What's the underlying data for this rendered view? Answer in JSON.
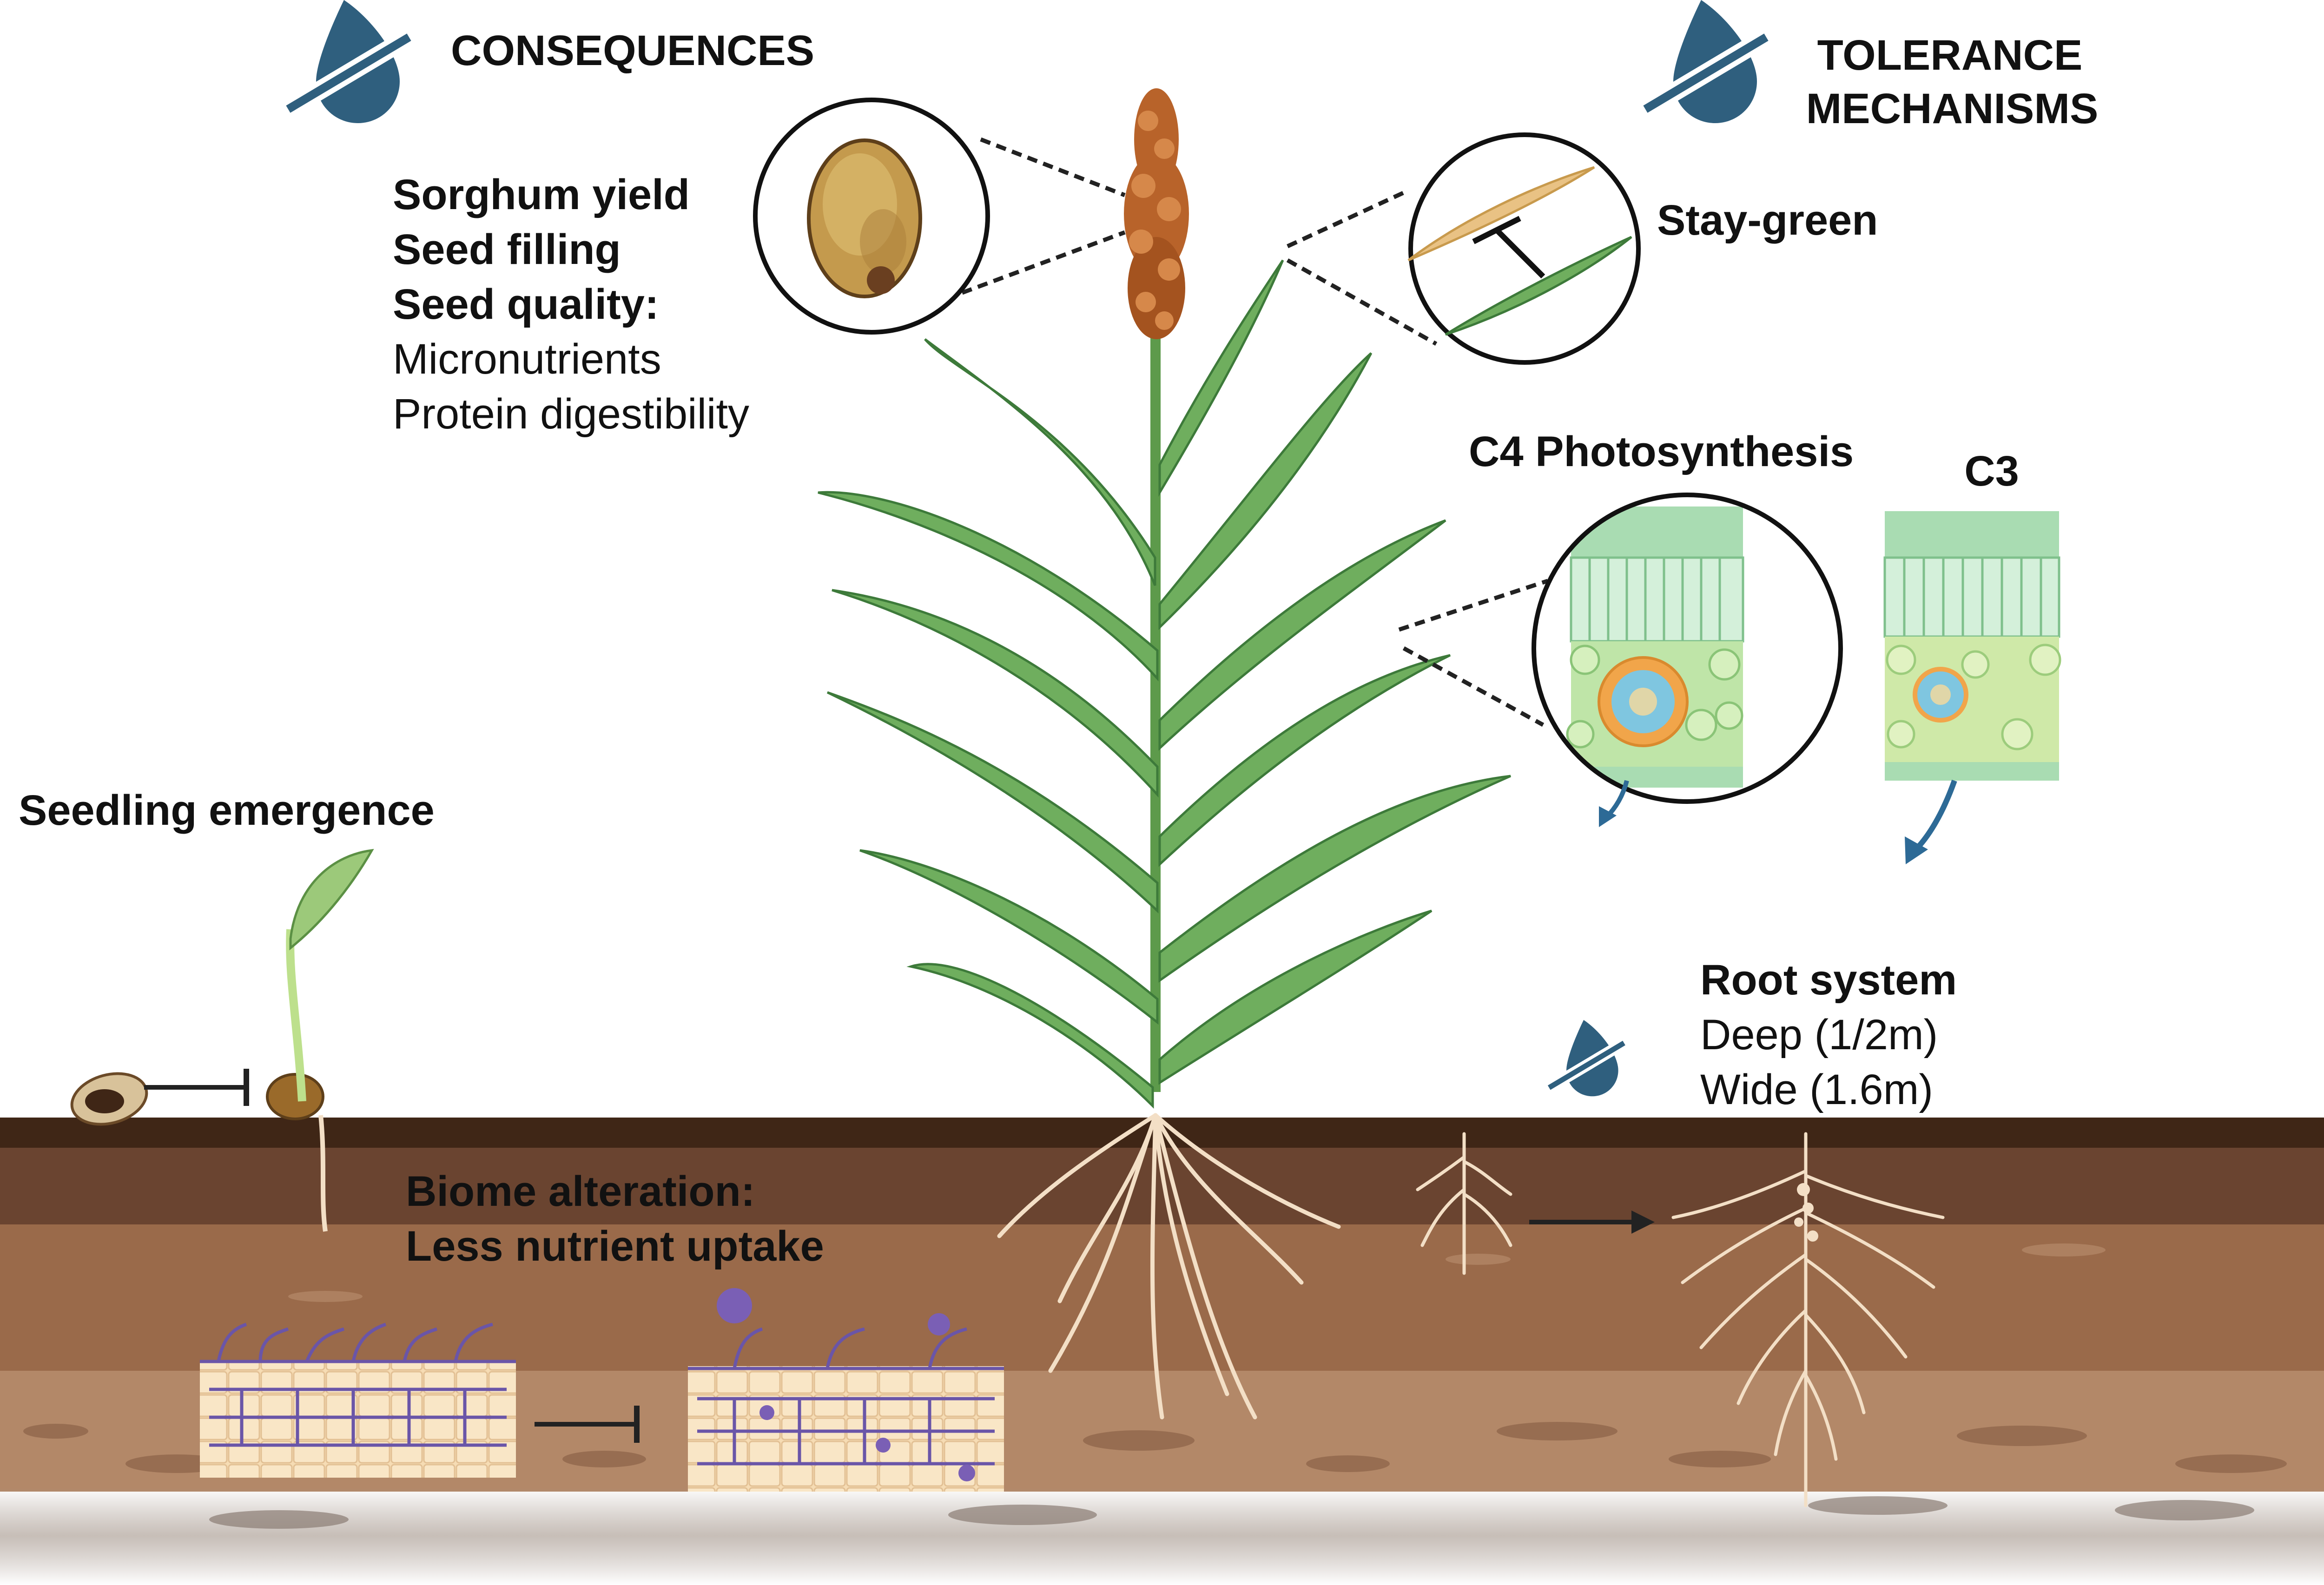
{
  "colors": {
    "drop_blue": "#2f5f7e",
    "leaf_green": "#6fae5e",
    "leaf_dark": "#3d7a3a",
    "panicle": "#b8632a",
    "soil_top": "#5a3a25",
    "soil_mid": "#8a5a3c",
    "soil_low": "#a8795a",
    "soil_deep": "#bf9a7d",
    "root": "#f3dfc6",
    "hyphae": "#6a55a8",
    "arrow_blue": "#2d6a96"
  },
  "left_header": {
    "title": "CONSEQUENCES",
    "icon": "no-water-drop-icon"
  },
  "right_header": {
    "title_line1": "TOLERANCE",
    "title_line2": "MECHANISMS",
    "icon": "no-water-drop-icon"
  },
  "consequences": {
    "line1": "Sorghum yield",
    "line2": "Seed filling",
    "line3": "Seed quality:",
    "line4": "Micronutrients",
    "line5": "Protein digestibility"
  },
  "seedling": {
    "label": "Seedling emergence"
  },
  "biome": {
    "line1": "Biome alteration:",
    "line2": "Less nutrient uptake"
  },
  "stay_green": {
    "label": "Stay-green"
  },
  "photosynthesis": {
    "c4_label": "C4 Photosynthesis",
    "c3_label": "C3"
  },
  "roots": {
    "title": "Root system",
    "deep": "Deep (1/2m)",
    "wide": "Wide (1.6m)",
    "icon": "no-water-drop-icon"
  }
}
